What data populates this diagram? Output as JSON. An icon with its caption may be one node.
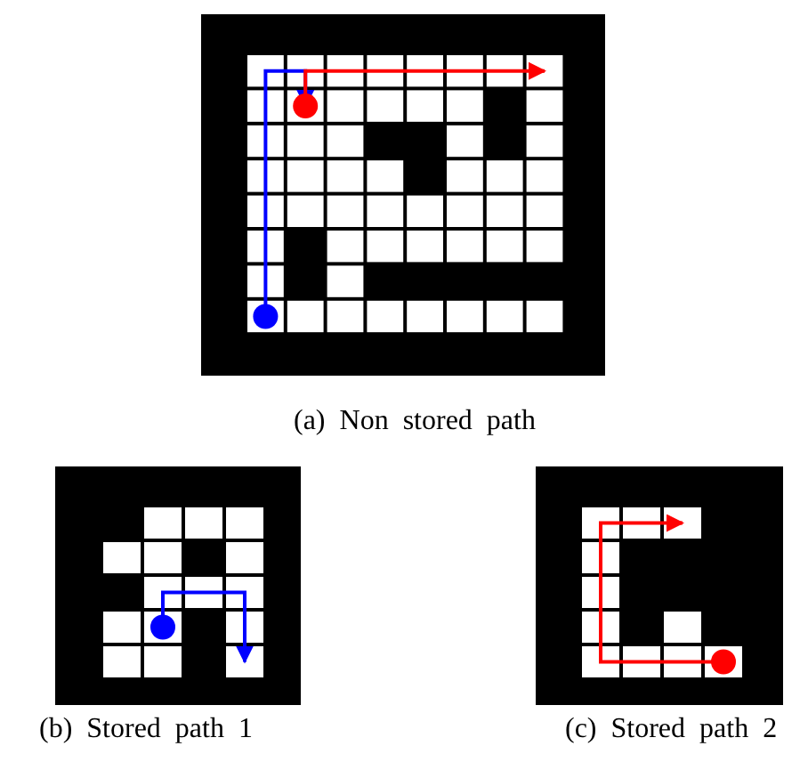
{
  "diagram": {
    "labels": [
      "(a) Non stored path",
      "(b) Stored path 1",
      "(c) Stored path 2"
    ]
  }
}
